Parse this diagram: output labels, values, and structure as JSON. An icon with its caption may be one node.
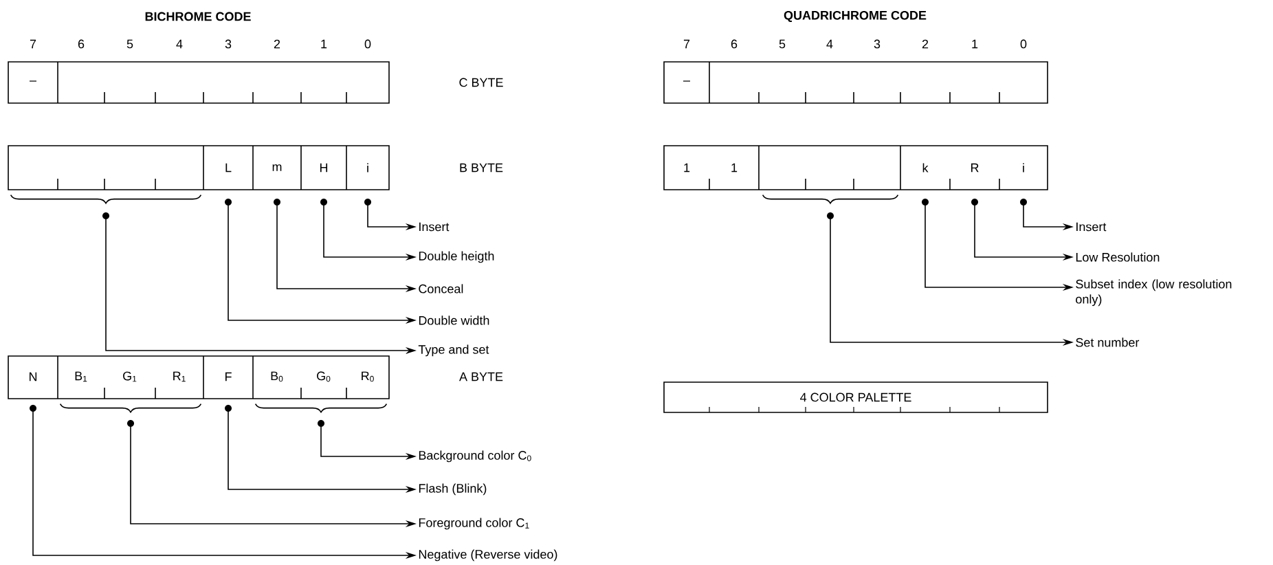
{
  "diagram": {
    "nodes": [
      {
        "text": [
          "–"
        ]
      },
      {
        "text": [
          "L"
        ]
      },
      {
        "text": [
          "m"
        ]
      },
      {
        "text": [
          "H"
        ]
      },
      {
        "text": [
          "i"
        ]
      },
      {
        "text": [],
        "shape": "brace"
      },
      {
        "text": [
          "Insert"
        ]
      },
      {
        "text": [
          "Double heigth"
        ]
      },
      {
        "text": [
          "Conceal"
        ]
      },
      {
        "text": [
          "Double width"
        ]
      },
      {
        "text": [
          "Type and set"
        ]
      },
      {
        "text": [
          "N"
        ]
      },
      {
        "text": [
          "B$_{1}$"
        ]
      },
      {
        "text": [
          "G$_{1}$"
        ]
      },
      {
        "text": [
          "R$_{1}$"
        ]
      },
      {
        "text": [
          "F"
        ]
      },
      {
        "text": [
          "B$_{0}$"
        ]
      },
      {
        "text": [
          "G$_{0}$"
        ]
      },
      {
        "text": [
          "R$_{0}$"
        ]
      },
      {
        "text": [],
        "shape": "brace"
      },
      {
        "text": [],
        "shape": "brace"
      },
      {
        "text": [
          "Background color C$_{0}$"
        ]
      },
      {
        "text": [
          "Flash (Blink)"
        ]
      },
      {
        "text": [
          "Foreground color C$_{1}$"
        ]
      },
      {
        "text": [
          "Negative (Reverse video)"
        ]
      },
      {
        "text": [
          "–"
        ]
      },
      {
        "text": [
          "1"
        ]
      },
      {
        "text": [
          "1"
        ]
      },
      {
        "text": [
          "k"
        ]
      },
      {
        "text": [
          "R"
        ]
      },
      {
        "text": [
          "i"
        ]
      },
      {
        "text": [],
        "shape": "brace"
      },
      {
        "text": [
          "Insert"
        ]
      },
      {
        "text": [
          "Low Resolution"
        ]
      },
      {
        "text": [
          "Subset index (low resolution only)"
        ]
      },
      {
        "text": [
          "Set number"
        ]
      },
      {
        "text": [
          "4 COLOR PALETTE"
        ]
      }
    ],
    "edges": [
      {
        "from": 4,
        "to": 6,
        "arrow": "to"
      },
      {
        "from": 3,
        "to": 7,
        "arrow": "to"
      },
      {
        "from": 2,
        "to": 8,
        "arrow": "to"
      },
      {
        "from": 1,
        "to": 9,
        "arrow": "to"
      },
      {
        "from": 5,
        "to": 10,
        "arrow": "to"
      },
      {
        "from": 20,
        "to": 21,
        "arrow": "to"
      },
      {
        "from": 15,
        "to": 22,
        "arrow": "to"
      },
      {
        "from": 19,
        "to": 23,
        "arrow": "to"
      },
      {
        "from": 11,
        "to": 24,
        "arrow": "to"
      },
      {
        "from": 30,
        "to": 32,
        "arrow": "to"
      },
      {
        "from": 29,
        "to": 33,
        "arrow": "to"
      },
      {
        "from": 28,
        "to": 34,
        "arrow": "to"
      },
      {
        "from": 31,
        "to": 35,
        "arrow": "to"
      }
    ],
    "labels": [
      "BICHROME CODE",
      "QUADRICHROME CODE",
      "7",
      "6",
      "5",
      "4",
      "3",
      "2",
      "1",
      "0",
      "7",
      "6",
      "5",
      "4",
      "3",
      "2",
      "1",
      "0",
      "C BYTE",
      "B BYTE",
      "A BYTE"
    ]
  }
}
